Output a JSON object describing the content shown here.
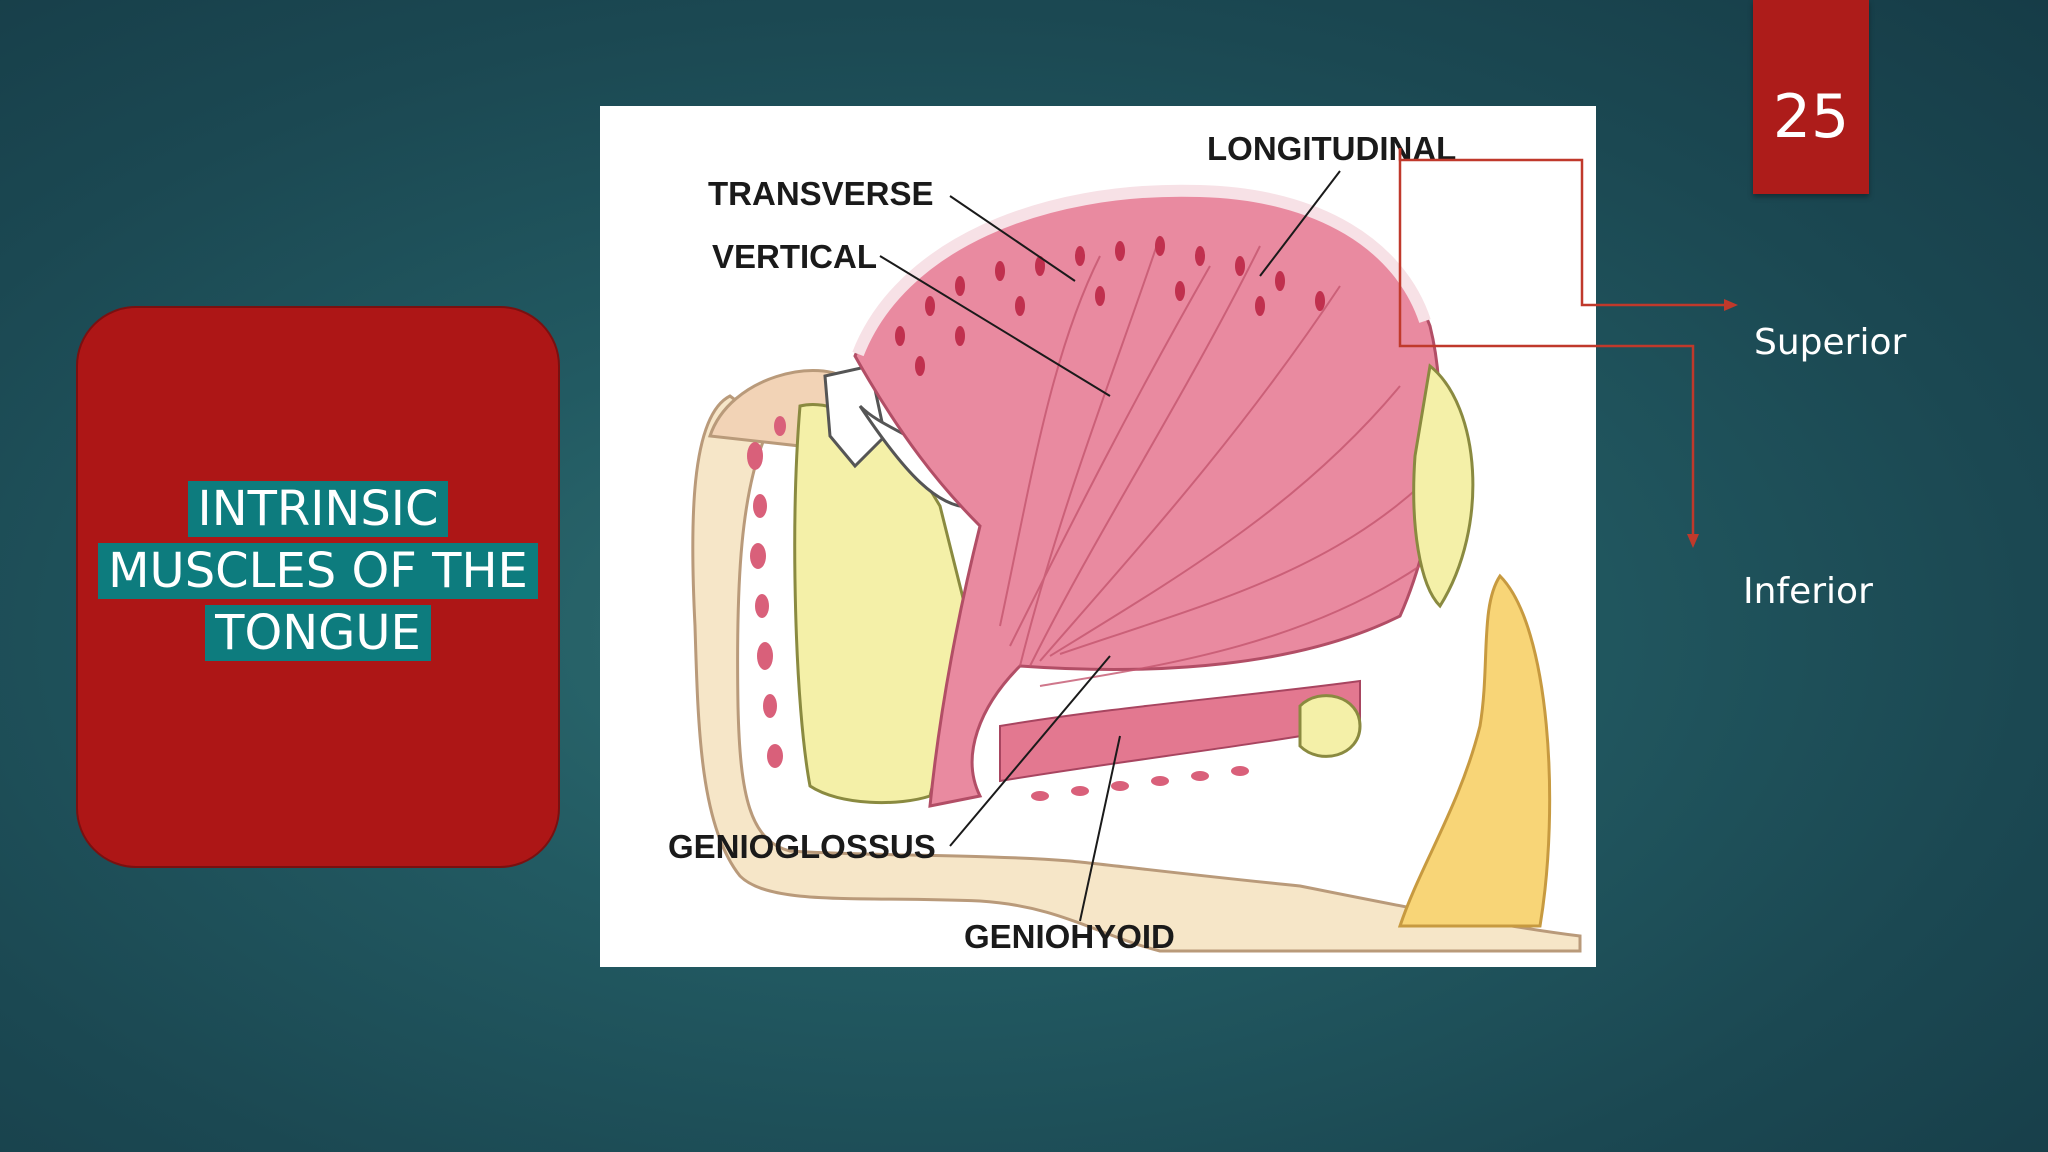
{
  "slide": {
    "number": "25"
  },
  "title": {
    "line1": "INTRINSIC",
    "line2": "MUSCLES OF THE",
    "line3": "TONGUE"
  },
  "figure": {
    "labels": {
      "longitudinal": "LONGITUDINAL",
      "transverse": "TRANSVERSE",
      "vertical": "VERTICAL",
      "genioglossus": "GENIOGLOSSUS",
      "geniohyoid": "GENIOHYOID"
    }
  },
  "annotations": {
    "superior": "Superior",
    "inferior": "Inferior"
  },
  "colors": {
    "accent_red": "#ad1616",
    "title_highlight": "#0d7c7e",
    "arrow_red": "#c0392b"
  }
}
